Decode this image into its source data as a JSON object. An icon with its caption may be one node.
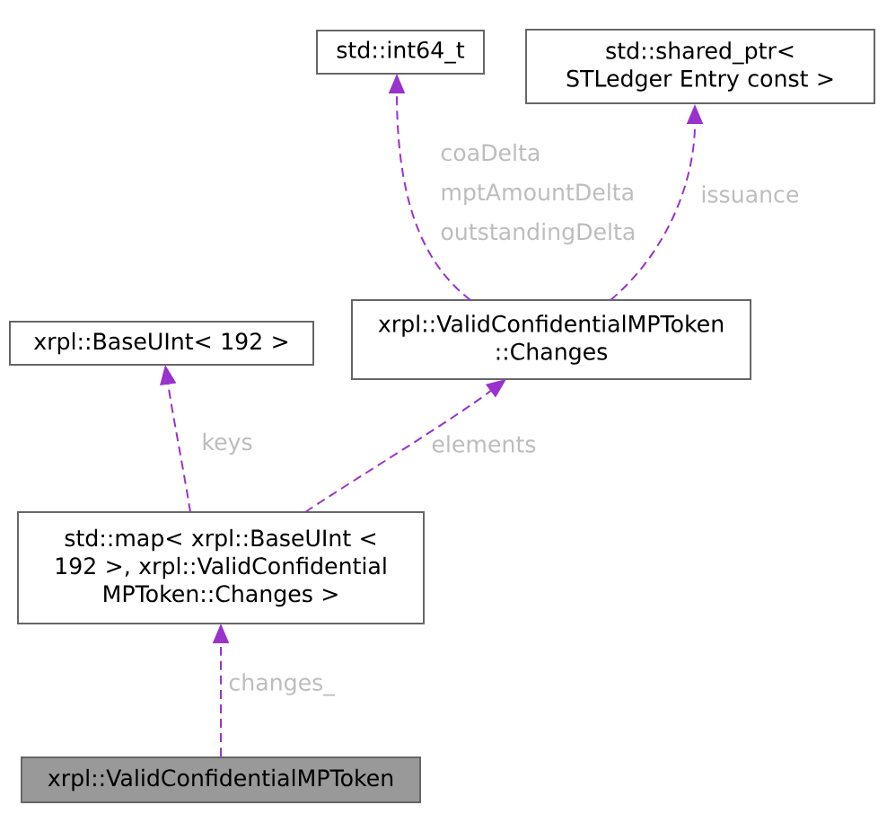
{
  "diagram": {
    "nodes": [
      {
        "text": [
          "std::int64_t"
        ]
      },
      {
        "text": [
          "std::shared_ptr< STLedger Entry const >"
        ]
      },
      {
        "text": [
          "xrpl::BaseUInt< 192 >"
        ]
      },
      {
        "text": [
          "xrpl::ValidConfidentialMPToken ::Changes"
        ]
      },
      {
        "text": [
          "std::map< xrpl::BaseUInt < 192 >, xrpl::ValidConfidential MPToken::Changes >"
        ]
      },
      {
        "text": [
          "xrpl::ValidConfidentialMPToken"
        ]
      }
    ],
    "edges": [
      {
        "from": 3,
        "to": 0,
        "arrow": "to",
        "style": "dashed",
        "label": "coaDelta mptAmountDelta outstandingDelta"
      },
      {
        "from": 3,
        "to": 1,
        "arrow": "to",
        "style": "dashed",
        "label": "issuance"
      },
      {
        "from": 4,
        "to": 2,
        "arrow": "to",
        "style": "dashed",
        "label": "keys"
      },
      {
        "from": 4,
        "to": 3,
        "arrow": "to",
        "style": "dashed",
        "label": "elements"
      },
      {
        "from": 5,
        "to": 4,
        "arrow": "to",
        "style": "dashed",
        "label": "changes_"
      }
    ]
  }
}
